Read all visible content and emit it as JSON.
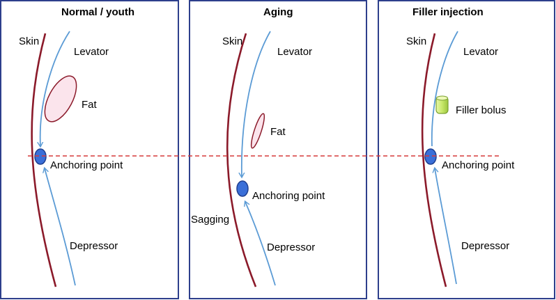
{
  "panels": [
    {
      "title": "Normal / youth",
      "skin_label": "Skin",
      "levator_label": "Levator",
      "fat_label": "Fat",
      "anchor_label": "Anchoring point",
      "depressor_label": "Depressor"
    },
    {
      "title": "Aging",
      "skin_label": "Skin",
      "levator_label": "Levator",
      "fat_label": "Fat",
      "anchor_label": "Anchoring point",
      "sagging_label": "Sagging",
      "depressor_label": "Depressor"
    },
    {
      "title": "Filler injection",
      "skin_label": "Skin",
      "levator_label": "Levator",
      "filler_label": "Filler bolus",
      "anchor_label": "Anchoring point",
      "depressor_label": "Depressor"
    }
  ],
  "colors": {
    "frame": "#2d3f8c",
    "skin": "#8b1a2a",
    "muscle": "#5b9bd5",
    "anchor_fill": "#3a6fd8",
    "anchor_stroke": "#1f3f8f",
    "fat_fill": "#fbe4ec",
    "fat_stroke": "#8b1a2a",
    "filler_fill": "#c8e86a",
    "filler_stroke": "#7aa030",
    "reference_line": "#d63a3a"
  }
}
